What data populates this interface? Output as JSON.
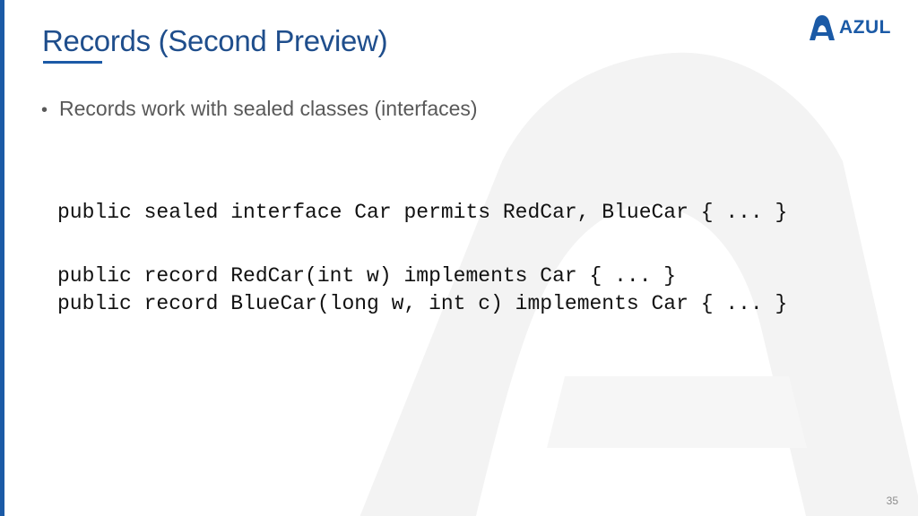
{
  "slide": {
    "title": "Records (Second Preview)",
    "bullets": [
      {
        "text": "Records work with sealed classes (interfaces)"
      }
    ],
    "code_lines": [
      "public sealed interface Car permits RedCar, BlueCar { ... }",
      "public record RedCar(int w) implements Car { ... }",
      "public record BlueCar(long w, int c) implements Car { ... }"
    ],
    "page_number": "35"
  },
  "logo": {
    "text": "AZUL",
    "mark_icon": "azul-a-logo-icon"
  },
  "watermark_icon": "azul-a-watermark-icon",
  "colors": {
    "accent": "#1b5aa6",
    "title": "#1f4e8c",
    "body_text": "#595959",
    "code_text": "#111111",
    "page_number": "#8c8c8c"
  }
}
